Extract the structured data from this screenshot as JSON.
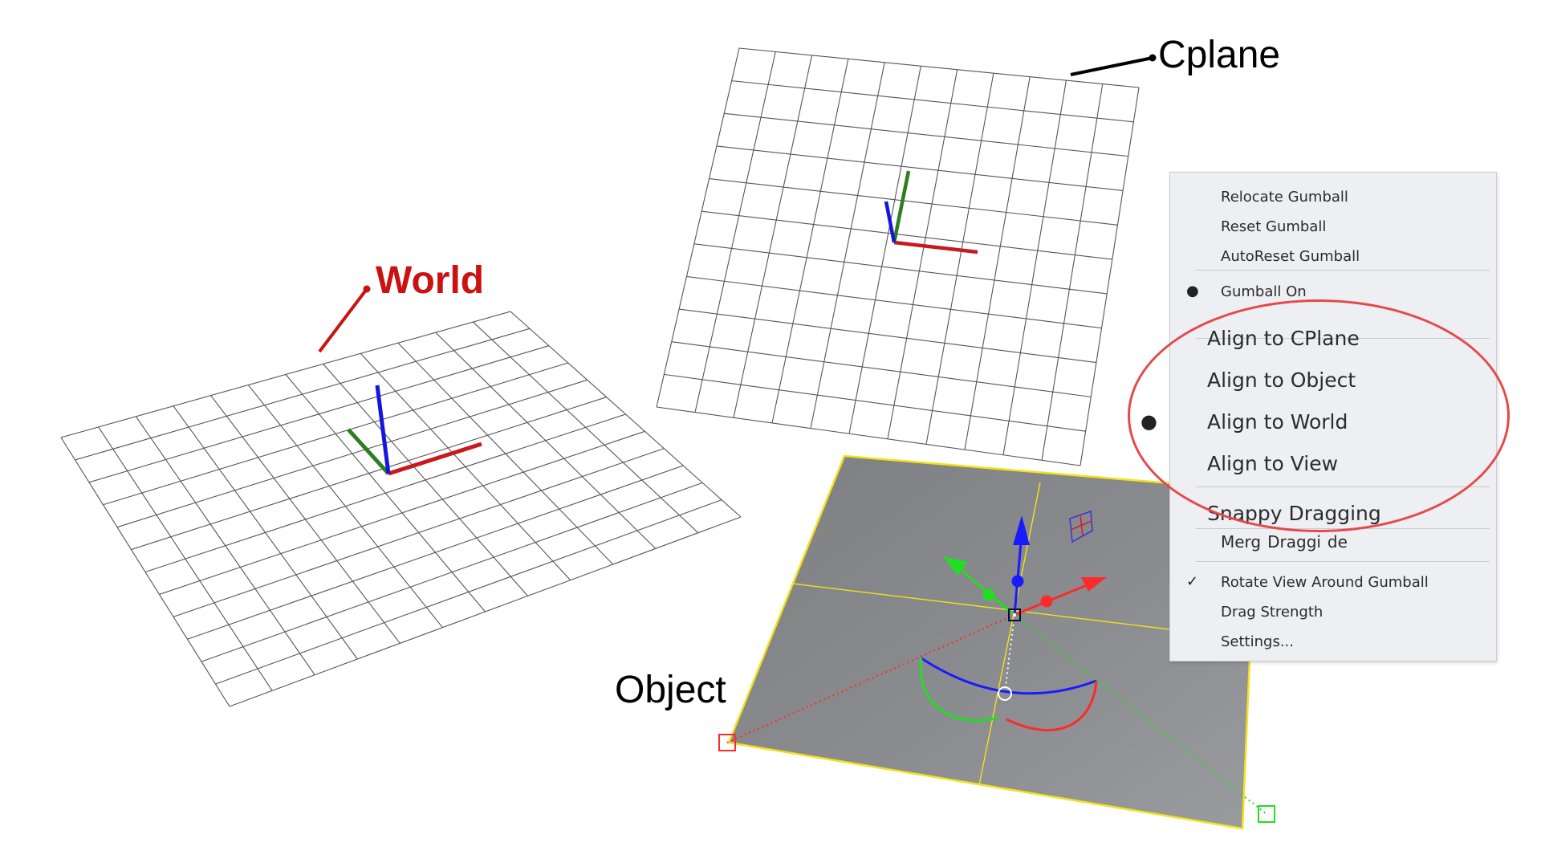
{
  "labels": {
    "world": "World",
    "cplane": "Cplane",
    "object": "Object"
  },
  "context_menu": {
    "items": [
      {
        "label": "Relocate Gumball",
        "mark": ""
      },
      {
        "label": "Reset Gumball",
        "mark": ""
      },
      {
        "label": "AutoReset Gumball",
        "mark": ""
      },
      {
        "label": "Gumball On",
        "mark": "●"
      },
      {
        "label": "Align to CPlane",
        "mark": ""
      },
      {
        "label": "Align to Object",
        "mark": ""
      },
      {
        "label": "Align to World",
        "mark": "●"
      },
      {
        "label": "Align to View",
        "mark": ""
      },
      {
        "label": "Snappy Dragging",
        "mark": ""
      },
      {
        "label": "Merg  Draggi  de",
        "mark": ""
      },
      {
        "label": "Rotate View Around Gumball",
        "mark": "✓"
      },
      {
        "label": "Drag Strength",
        "mark": ""
      },
      {
        "label": "Settings...",
        "mark": ""
      }
    ]
  },
  "colors": {
    "world_label": "#cc1111",
    "axis_x": "#c8191c",
    "axis_y": "#2e7d1f",
    "axis_z": "#1515dd",
    "gumball_x": "#ff2a2a",
    "gumball_y": "#22dd22",
    "gumball_z": "#1a1aff",
    "grid_line": "#555555",
    "object_surface": "#8a8b8e",
    "object_edge": "#f2e21a",
    "highlight_ellipse": "#e5494b",
    "menu_background": "#eeeff2"
  }
}
